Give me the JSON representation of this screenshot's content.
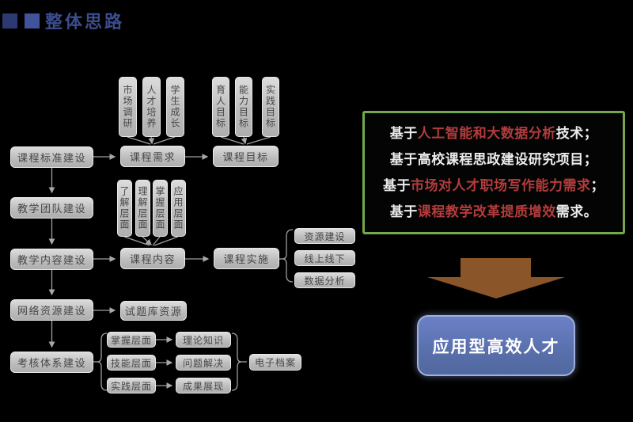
{
  "title": {
    "text": "整体思路"
  },
  "diagram": {
    "construction_chain": [
      "课程标准建设",
      "教学团队建设",
      "教学内容建设",
      "网络资源建设",
      "考核体系建设"
    ],
    "demand_inputs": [
      "市场调研",
      "人才培养",
      "学生成长"
    ],
    "demand_node": "课程需求",
    "goal_inputs": [
      "育人目标",
      "能力目标",
      "实践目标"
    ],
    "goal_node": "课程目标",
    "content_inputs": [
      "了解层面",
      "理解层面",
      "掌握层面",
      "应用层面"
    ],
    "content_node": "课程内容",
    "implement_node": "课程实施",
    "implement_outputs": [
      "资源建设",
      "线上线下",
      "数据分析"
    ],
    "question_bank_node": "试题库资源",
    "assessment_levels": [
      "掌握层面",
      "技能层面",
      "实践层面"
    ],
    "assessment_outputs": [
      "理论知识",
      "问题解决",
      "成果展现"
    ],
    "archive_node": "电子档案"
  },
  "basis_panel": {
    "lines": [
      {
        "segments": [
          {
            "text": "基于",
            "color": "white"
          },
          {
            "text": "人工智能和大数据分析",
            "color": "red"
          },
          {
            "text": "技术；",
            "color": "white"
          }
        ]
      },
      {
        "segments": [
          {
            "text": "基于高校课程思政建设研究项目；",
            "color": "white"
          }
        ]
      },
      {
        "segments": [
          {
            "text": "基于",
            "color": "white"
          },
          {
            "text": "市场对人才职场写作能力需求",
            "color": "red"
          },
          {
            "text": "；",
            "color": "white"
          }
        ]
      },
      {
        "segments": [
          {
            "text": "基于",
            "color": "white"
          },
          {
            "text": "课程教学改革提质增效",
            "color": "red"
          },
          {
            "text": "需求。",
            "color": "white"
          }
        ]
      }
    ]
  },
  "outcome": {
    "label": "应用型高效人才"
  },
  "colors": {
    "title_blue": "#3b4d8e",
    "accent_square_dark": "#2b3a72",
    "accent_square_light": "#4154 9b",
    "panel_border_green": "#73a94d",
    "emphasis_red": "#b43c3c",
    "node_gray": "#c7c7c7",
    "arrow_brown": "#8a5528",
    "outcome_blue": "#5c72b2"
  }
}
